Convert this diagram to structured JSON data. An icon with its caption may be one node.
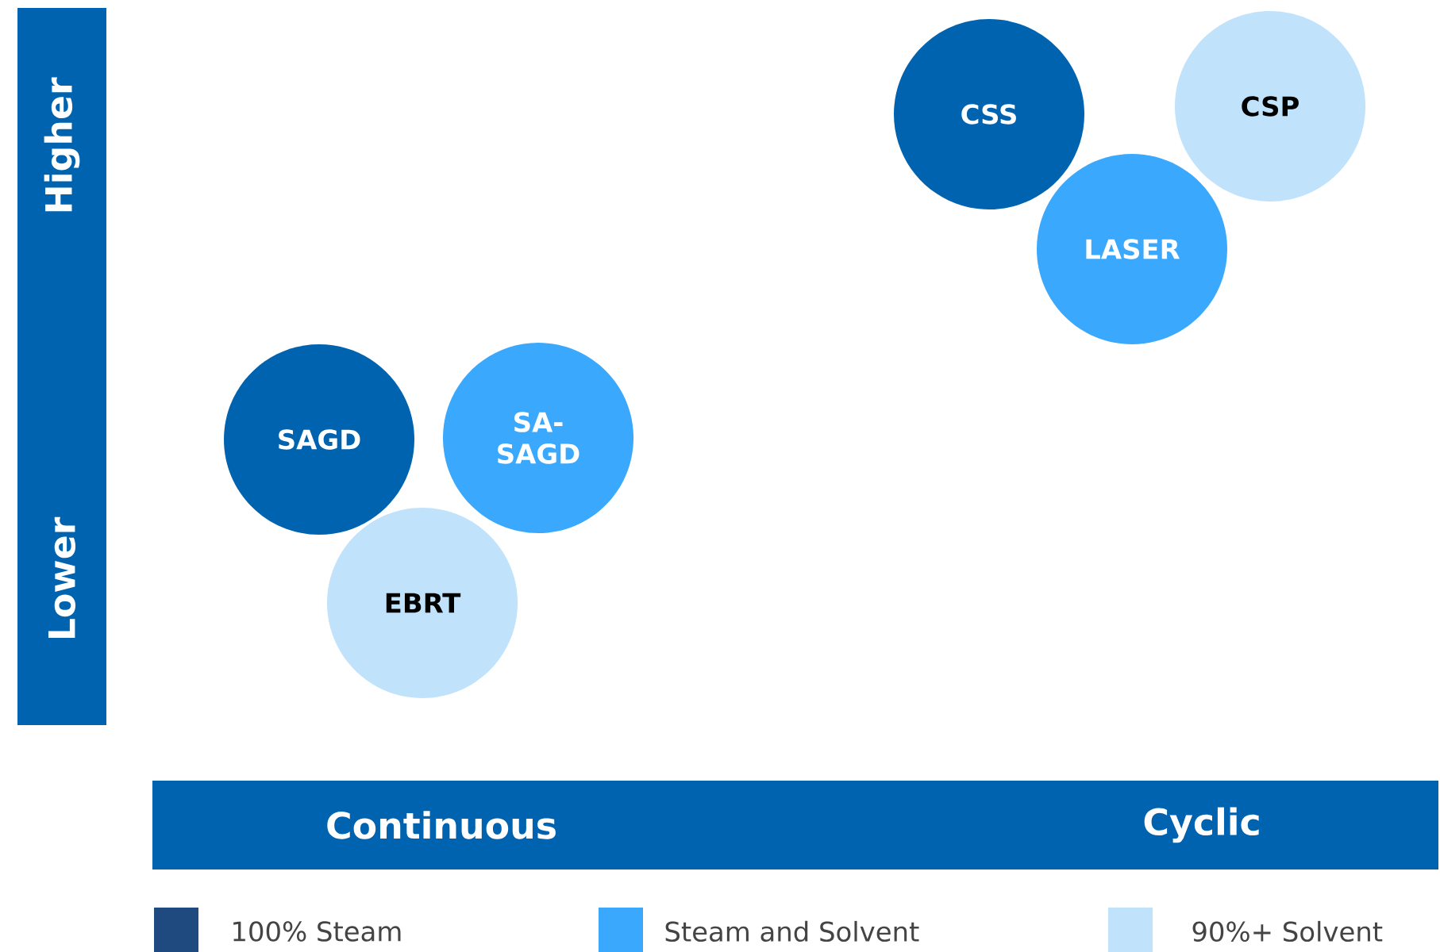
{
  "diagram": {
    "nodes": [
      {
        "text": [
          "Higher",
          "Lower"
        ]
      },
      {
        "text": [
          "CSS"
        ]
      },
      {
        "text": [
          "CSP"
        ]
      },
      {
        "text": [
          "LASER"
        ]
      },
      {
        "text": [
          "SAGD"
        ]
      },
      {
        "text": [
          "SA-SAGD"
        ]
      },
      {
        "text": [
          "EBRT"
        ]
      },
      {
        "text": [
          "Continuous",
          "Cyclic"
        ]
      }
    ],
    "legend": [
      {
        "text": "100% Steam",
        "color": "#1f4a80"
      },
      {
        "text": "Steam and Solvent",
        "color": "#3aa8fc"
      },
      {
        "text": "90%+ Solvent",
        "color": "#c0e2fb"
      }
    ]
  }
}
